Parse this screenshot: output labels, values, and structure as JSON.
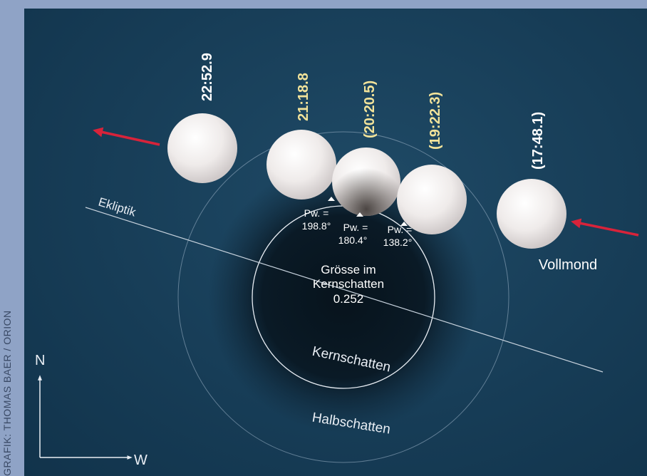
{
  "credit": "GRAFIK: THOMAS BAER / ORION",
  "labels": {
    "ekliptik": "Ekliptik",
    "vollmond": "Vollmond",
    "kernschatten": "Kernschatten",
    "halbschatten": "Halbschatten",
    "groesse_line1": "Grösse im",
    "groesse_line2": "Kernschatten",
    "groesse_value": "0.252",
    "north": "N",
    "west": "W"
  },
  "moons": [
    {
      "time": "22:52.9",
      "label_color": "#ffffff"
    },
    {
      "time": "21:18.8",
      "label_color": "#f2e39a"
    },
    {
      "time": "(20:20.5)",
      "label_color": "#f2e39a"
    },
    {
      "time": "(19:22.3)",
      "label_color": "#f2e39a"
    },
    {
      "time": "(17:48.1)",
      "label_color": "#ffffff"
    }
  ],
  "position_angles": [
    {
      "prefix": "Pw. =",
      "value": "198.8°"
    },
    {
      "prefix": "Pw. =",
      "value": "180.4°"
    },
    {
      "prefix": "Pw. =",
      "value": "138.2°"
    }
  ],
  "colors": {
    "arrow": "#d8233a",
    "moon": "#f2eeec",
    "lines": "#e9eef4"
  }
}
